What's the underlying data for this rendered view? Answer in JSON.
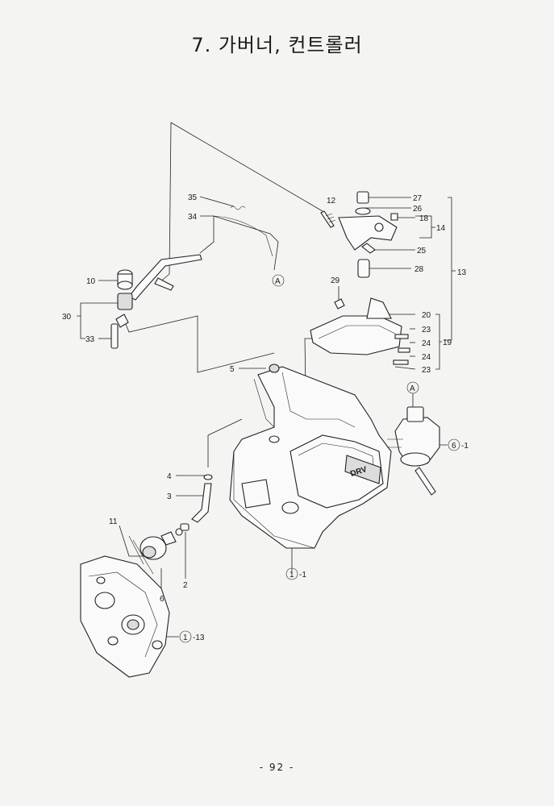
{
  "title": "7. 가버너, 컨트롤러",
  "page_number": "- 92 -",
  "callouts": {
    "c35": "35",
    "c34": "34",
    "c12": "12",
    "c27": "27",
    "c26": "26",
    "c18": "18",
    "c14": "14",
    "c25": "25",
    "c28": "28",
    "c13": "13",
    "c10": "10",
    "c30": "30",
    "c33": "33",
    "c29": "29",
    "c20": "20",
    "c23a": "23",
    "c24a": "24",
    "c19": "19",
    "c24b": "24",
    "c23b": "23",
    "c5": "5",
    "c4": "4",
    "c3": "3",
    "c11": "11",
    "c6": "6",
    "c2": "2",
    "cA1": "A",
    "cA2": "A",
    "ref6": "6",
    "ref6suffix": "-1",
    "ref1": "1",
    "ref1suffix": "-1",
    "ref1b": "1",
    "ref1bsuffix": "-13",
    "engine_mark": "DRV"
  }
}
